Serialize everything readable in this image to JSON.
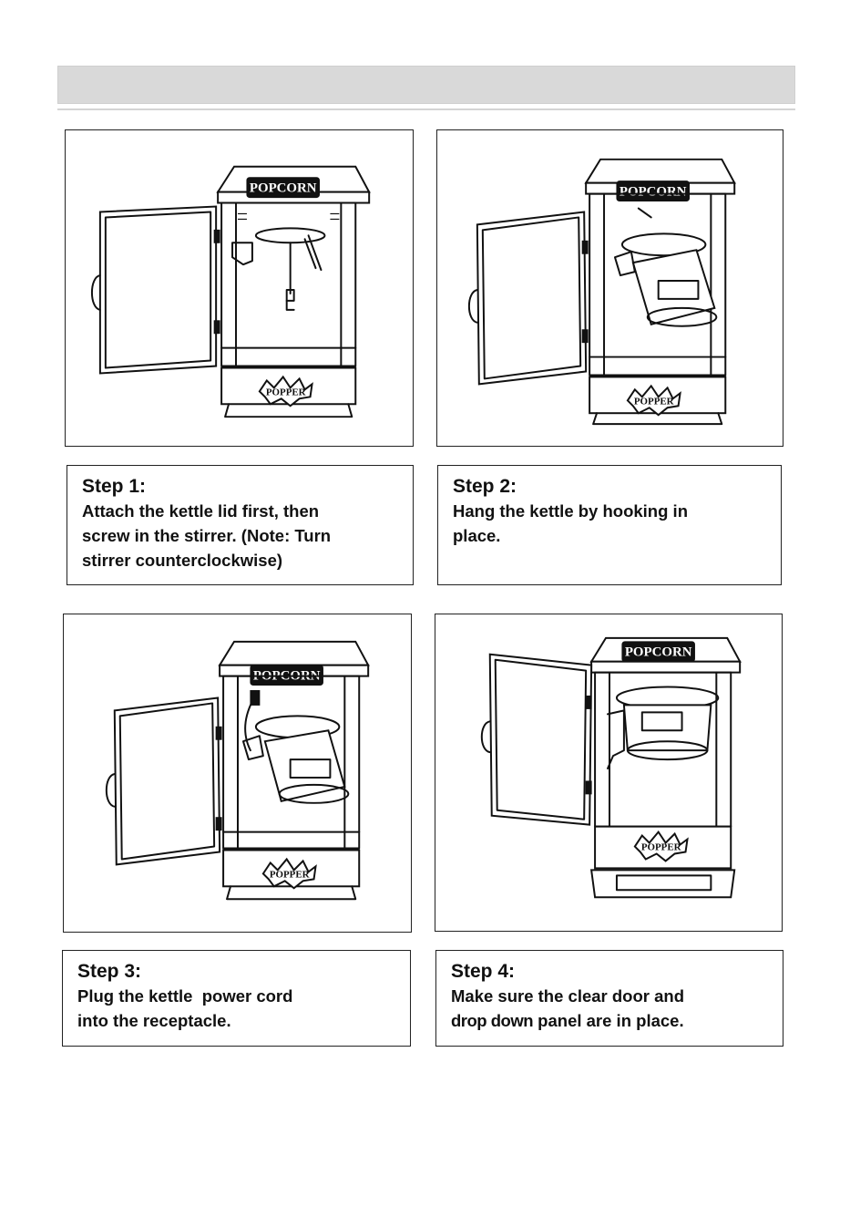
{
  "steps": [
    {
      "title": "Step 1:",
      "lines": [
        "Attach the kettle lid first, then",
        "screw in the stirrer. (Note: Turn",
        "stirrer counterclockwise)"
      ]
    },
    {
      "title": "Step 2:",
      "lines": [
        "Hang the kettle by hooking in",
        "place."
      ]
    },
    {
      "title": "Step 3:",
      "lines": [
        "Plug the kettle  power cord",
        "into the receptacle."
      ]
    },
    {
      "title": "Step 4:",
      "line1": "Make sure the clear door and",
      "line2_emphasis": "drop down",
      "line2_rest": " panel are in place."
    }
  ],
  "machine": {
    "sign": "POPCORN",
    "logo": "POPPER"
  }
}
